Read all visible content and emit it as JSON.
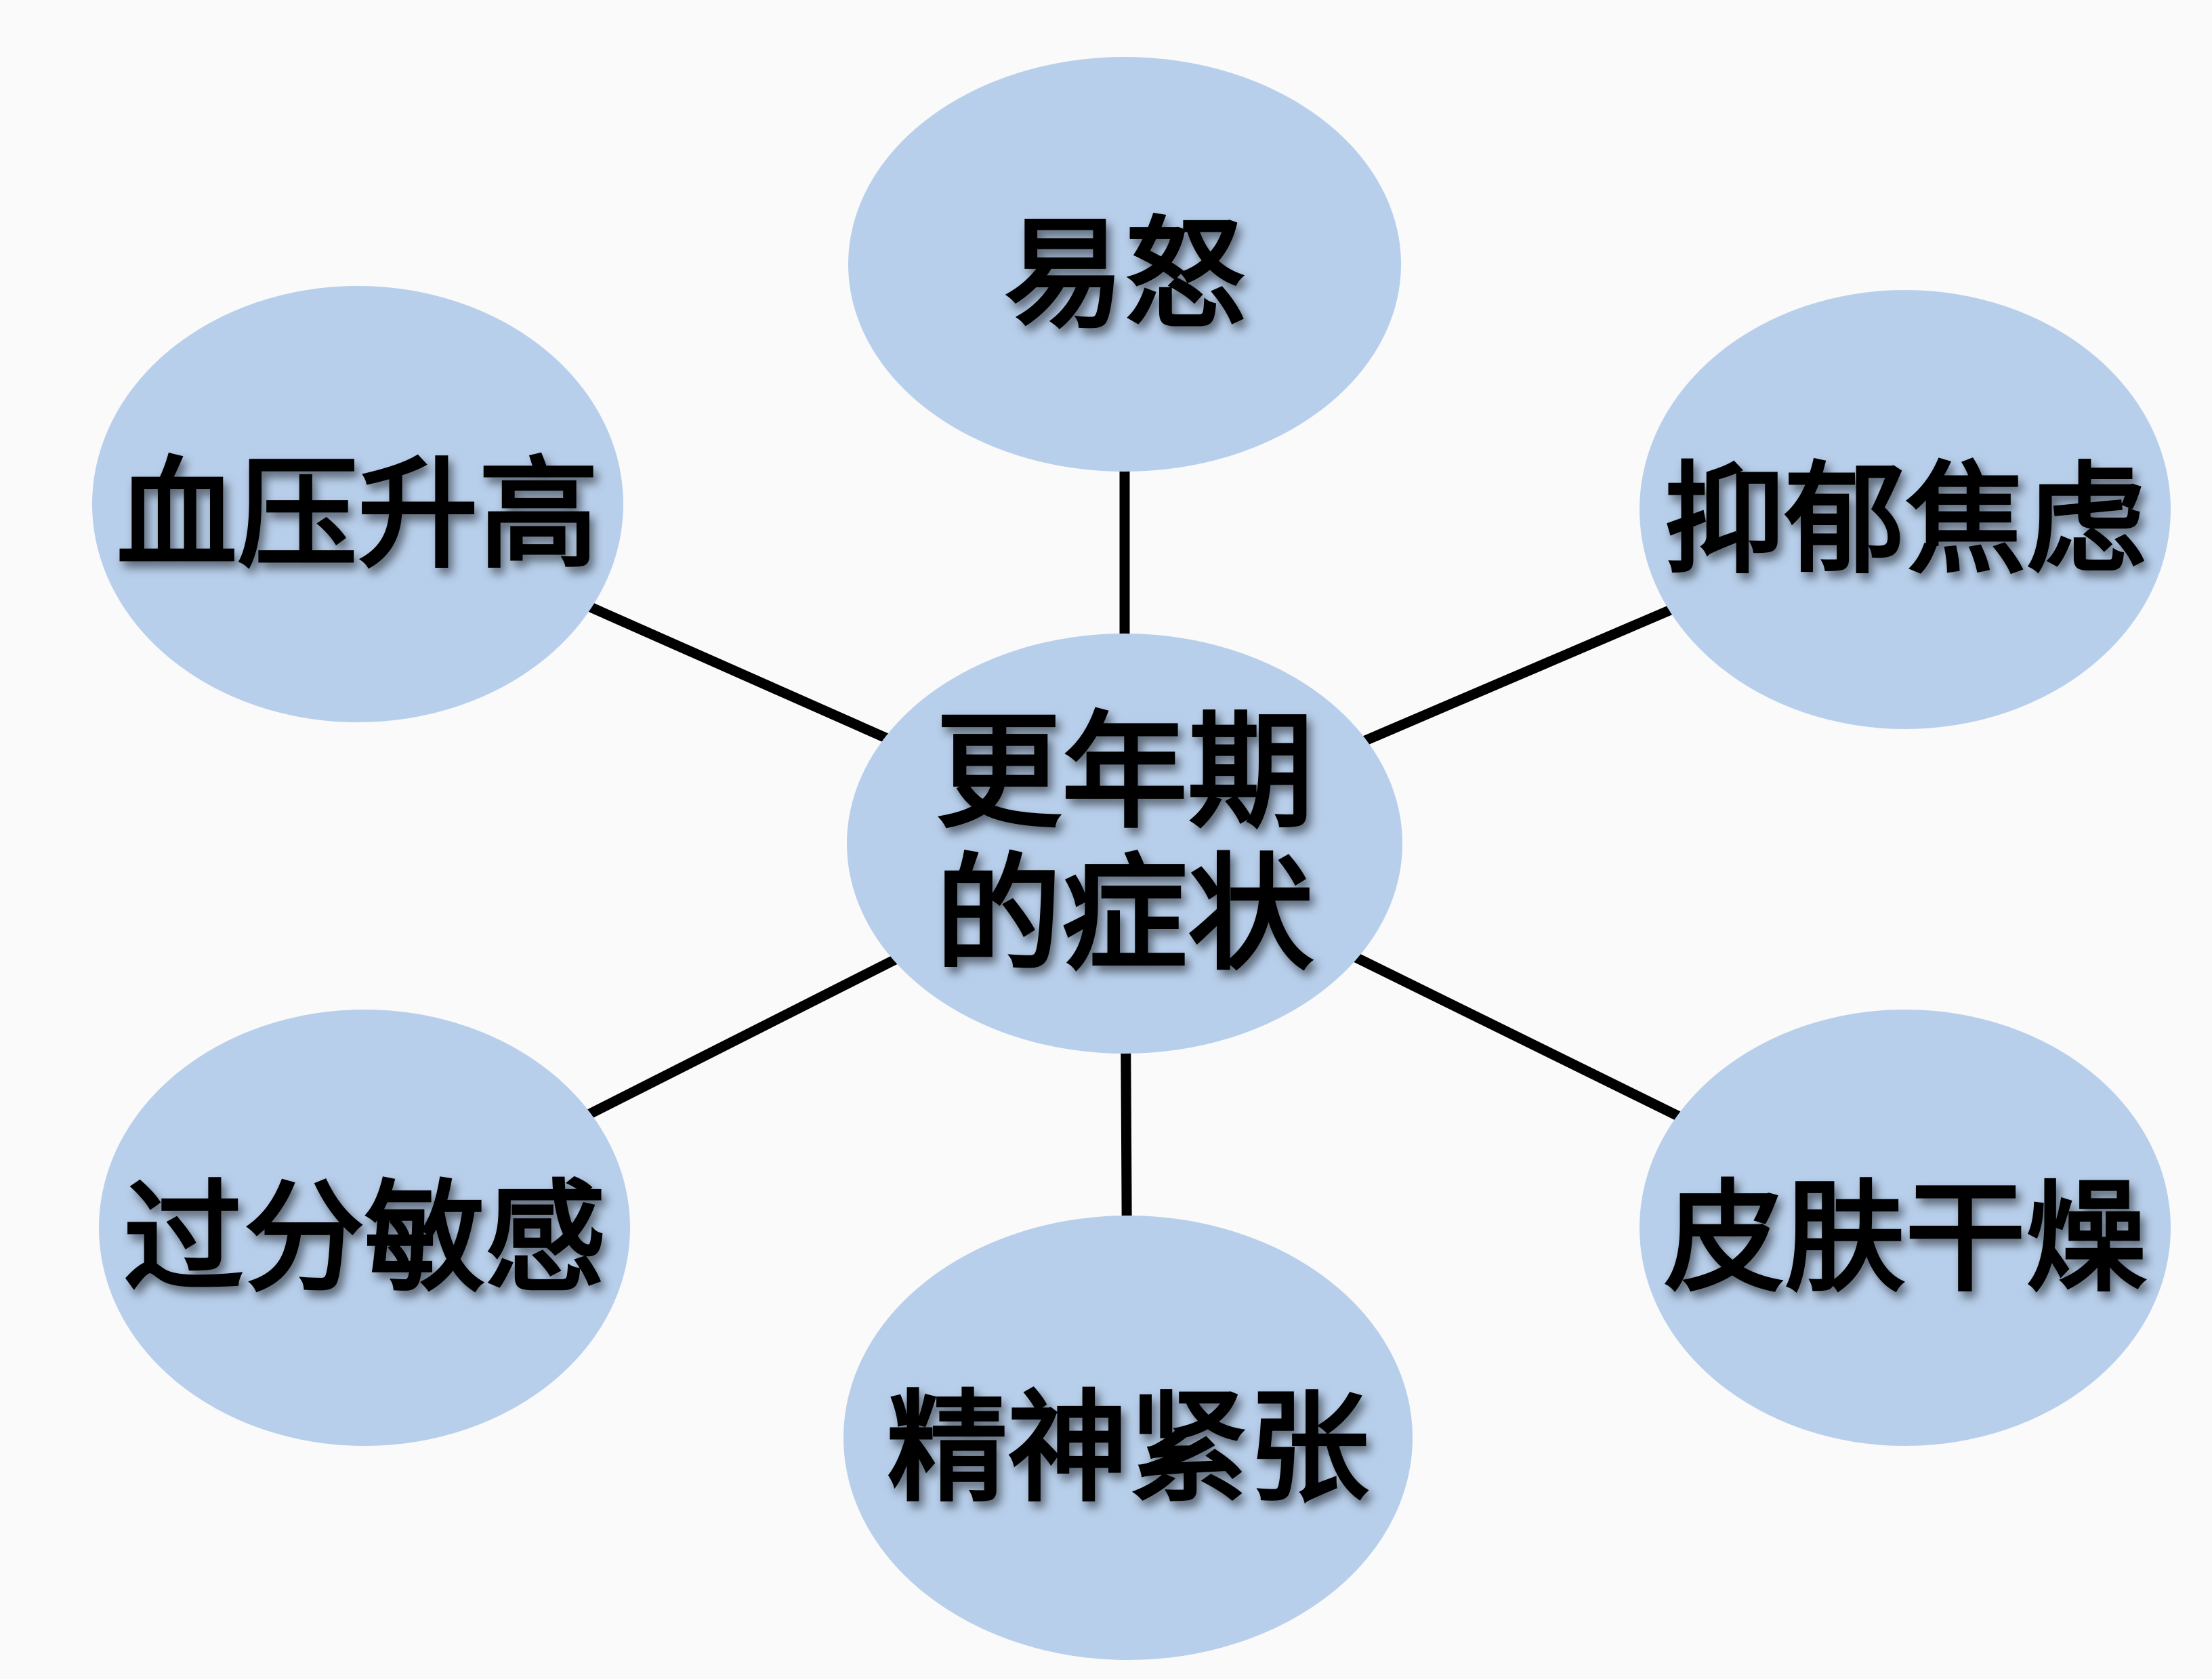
{
  "diagram": {
    "background_color": "#FAFAFB",
    "node_fill_color": "#B8CFEB",
    "connector_color": "#000000",
    "text_color": "#000000",
    "center": {
      "line1": "更年期",
      "line2": "的症状"
    },
    "nodes": [
      {
        "label": "易怒",
        "position": "top"
      },
      {
        "label": "血压升高",
        "position": "top-left"
      },
      {
        "label": "抑郁焦虑",
        "position": "top-right"
      },
      {
        "label": "过分敏感",
        "position": "bottom-left"
      },
      {
        "label": "皮肤干燥",
        "position": "bottom-right"
      },
      {
        "label": "精神紧张",
        "position": "bottom"
      }
    ]
  }
}
